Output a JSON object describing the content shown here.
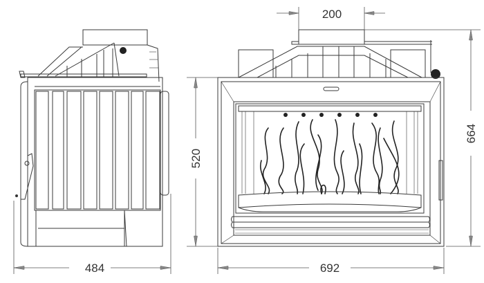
{
  "dimensions": {
    "side_depth": "484",
    "front_height": "520",
    "total_height": "664",
    "flue_width": "200",
    "front_width": "692"
  },
  "colors": {
    "line": "#3a3a3a",
    "arrow": "#888888"
  }
}
